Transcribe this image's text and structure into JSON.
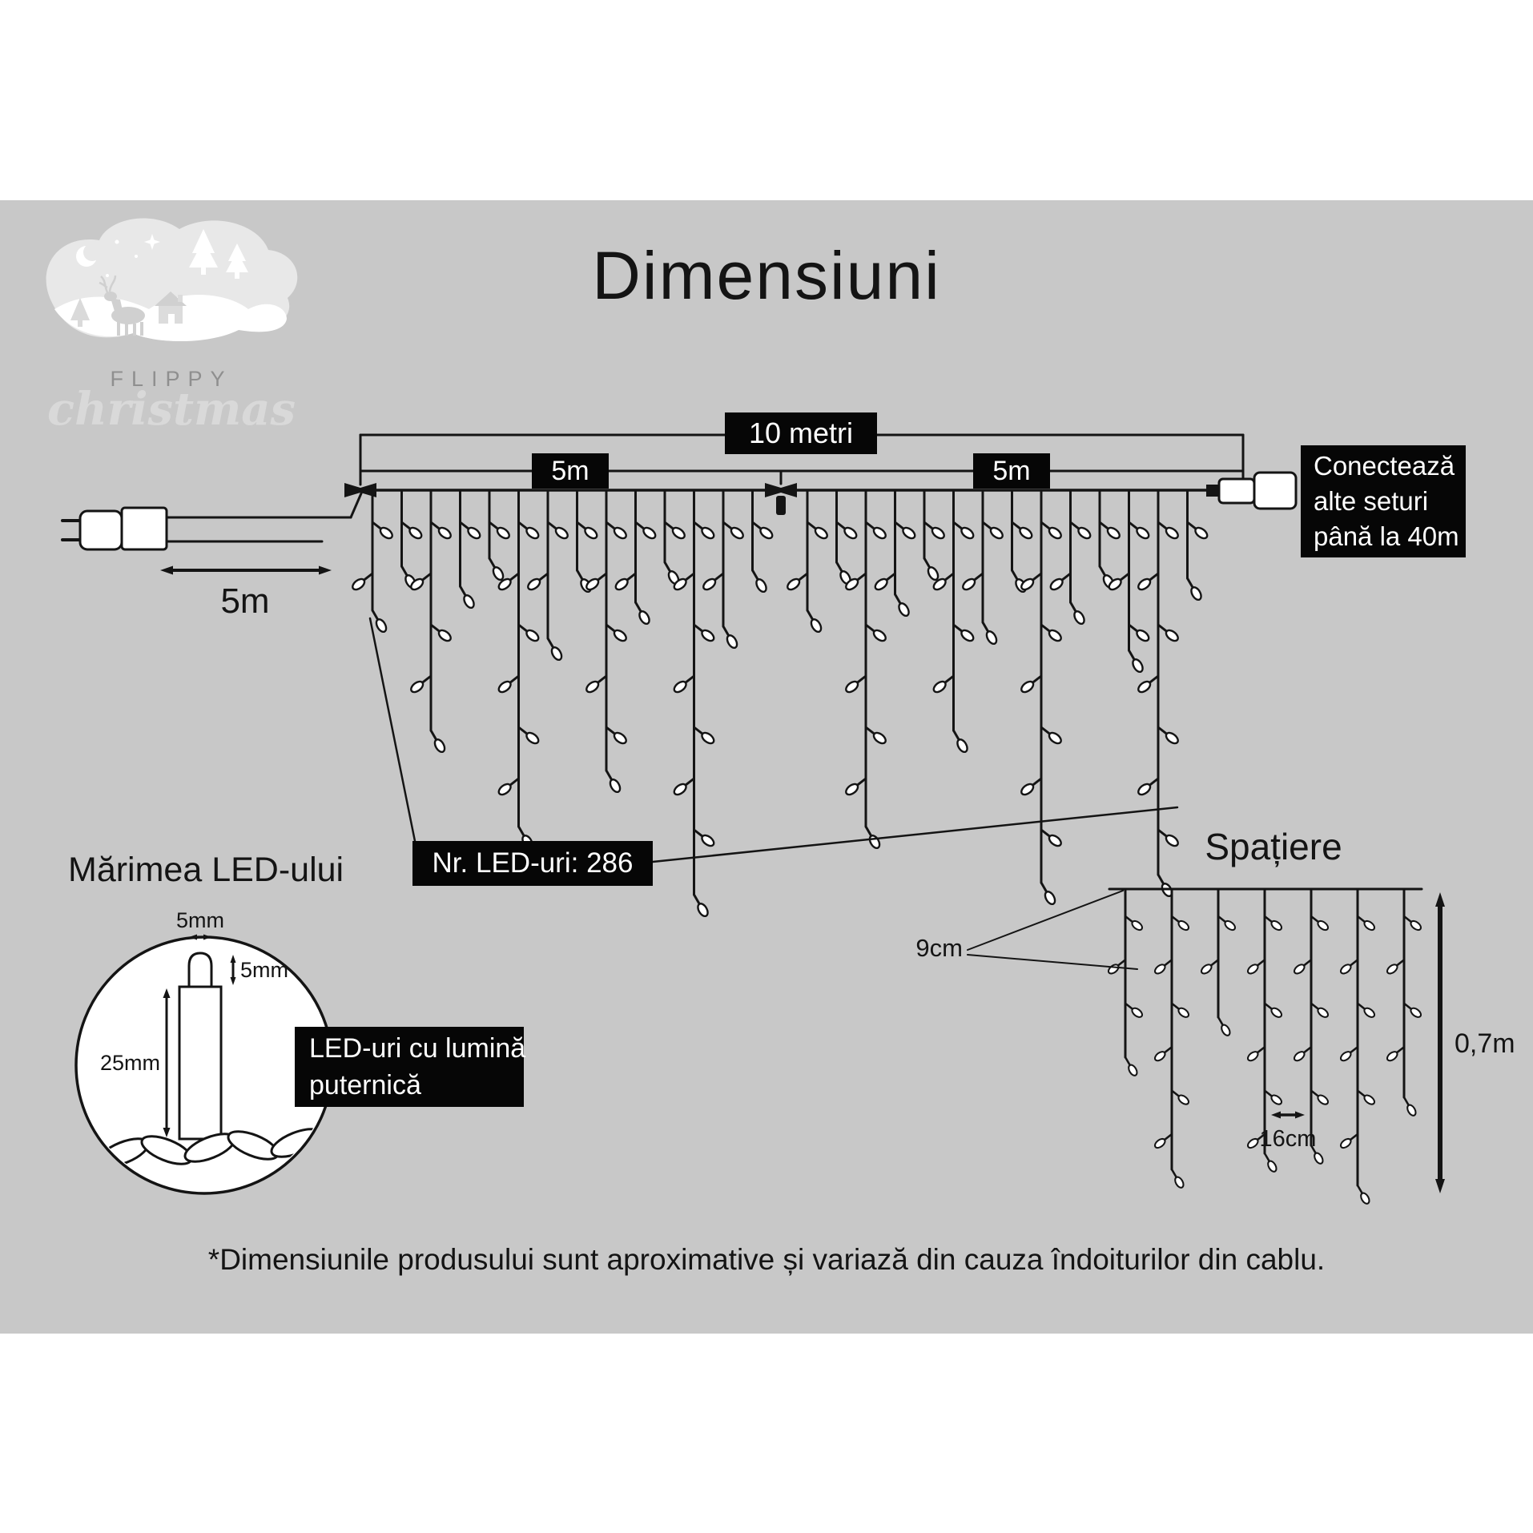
{
  "page": {
    "title": "Dimensiuni",
    "disclaimer": "*Dimensiunile produsului sunt aproximative și variază din cauza îndoiturilor din cablu."
  },
  "logo": {
    "brand": "FLIPPY",
    "script": "christmas"
  },
  "dimensions": {
    "total_length": "10 metri",
    "left_half": "5m",
    "right_half": "5m",
    "lead_length": "5m",
    "led_count": "Nr. LED-uri: 286",
    "connect_note": {
      "line1": "Conectează",
      "line2": "alte seturi",
      "line3": "până la 40m"
    }
  },
  "spacing": {
    "heading": "Spațiere",
    "led_spacing": "9cm",
    "drop_spacing": "16cm",
    "curtain_height": "0,7m"
  },
  "led_size": {
    "heading": "Mărimea LED-ului",
    "bulb_width": "5mm",
    "bulb_height": "5mm",
    "body_height": "25mm",
    "note_line1": "LED-uri cu lumină",
    "note_line2": "puternică"
  },
  "colors": {
    "panel": "#c8c8c8",
    "ink": "#141414",
    "badge_bg": "#060606",
    "badge_text": "#ffffff"
  }
}
